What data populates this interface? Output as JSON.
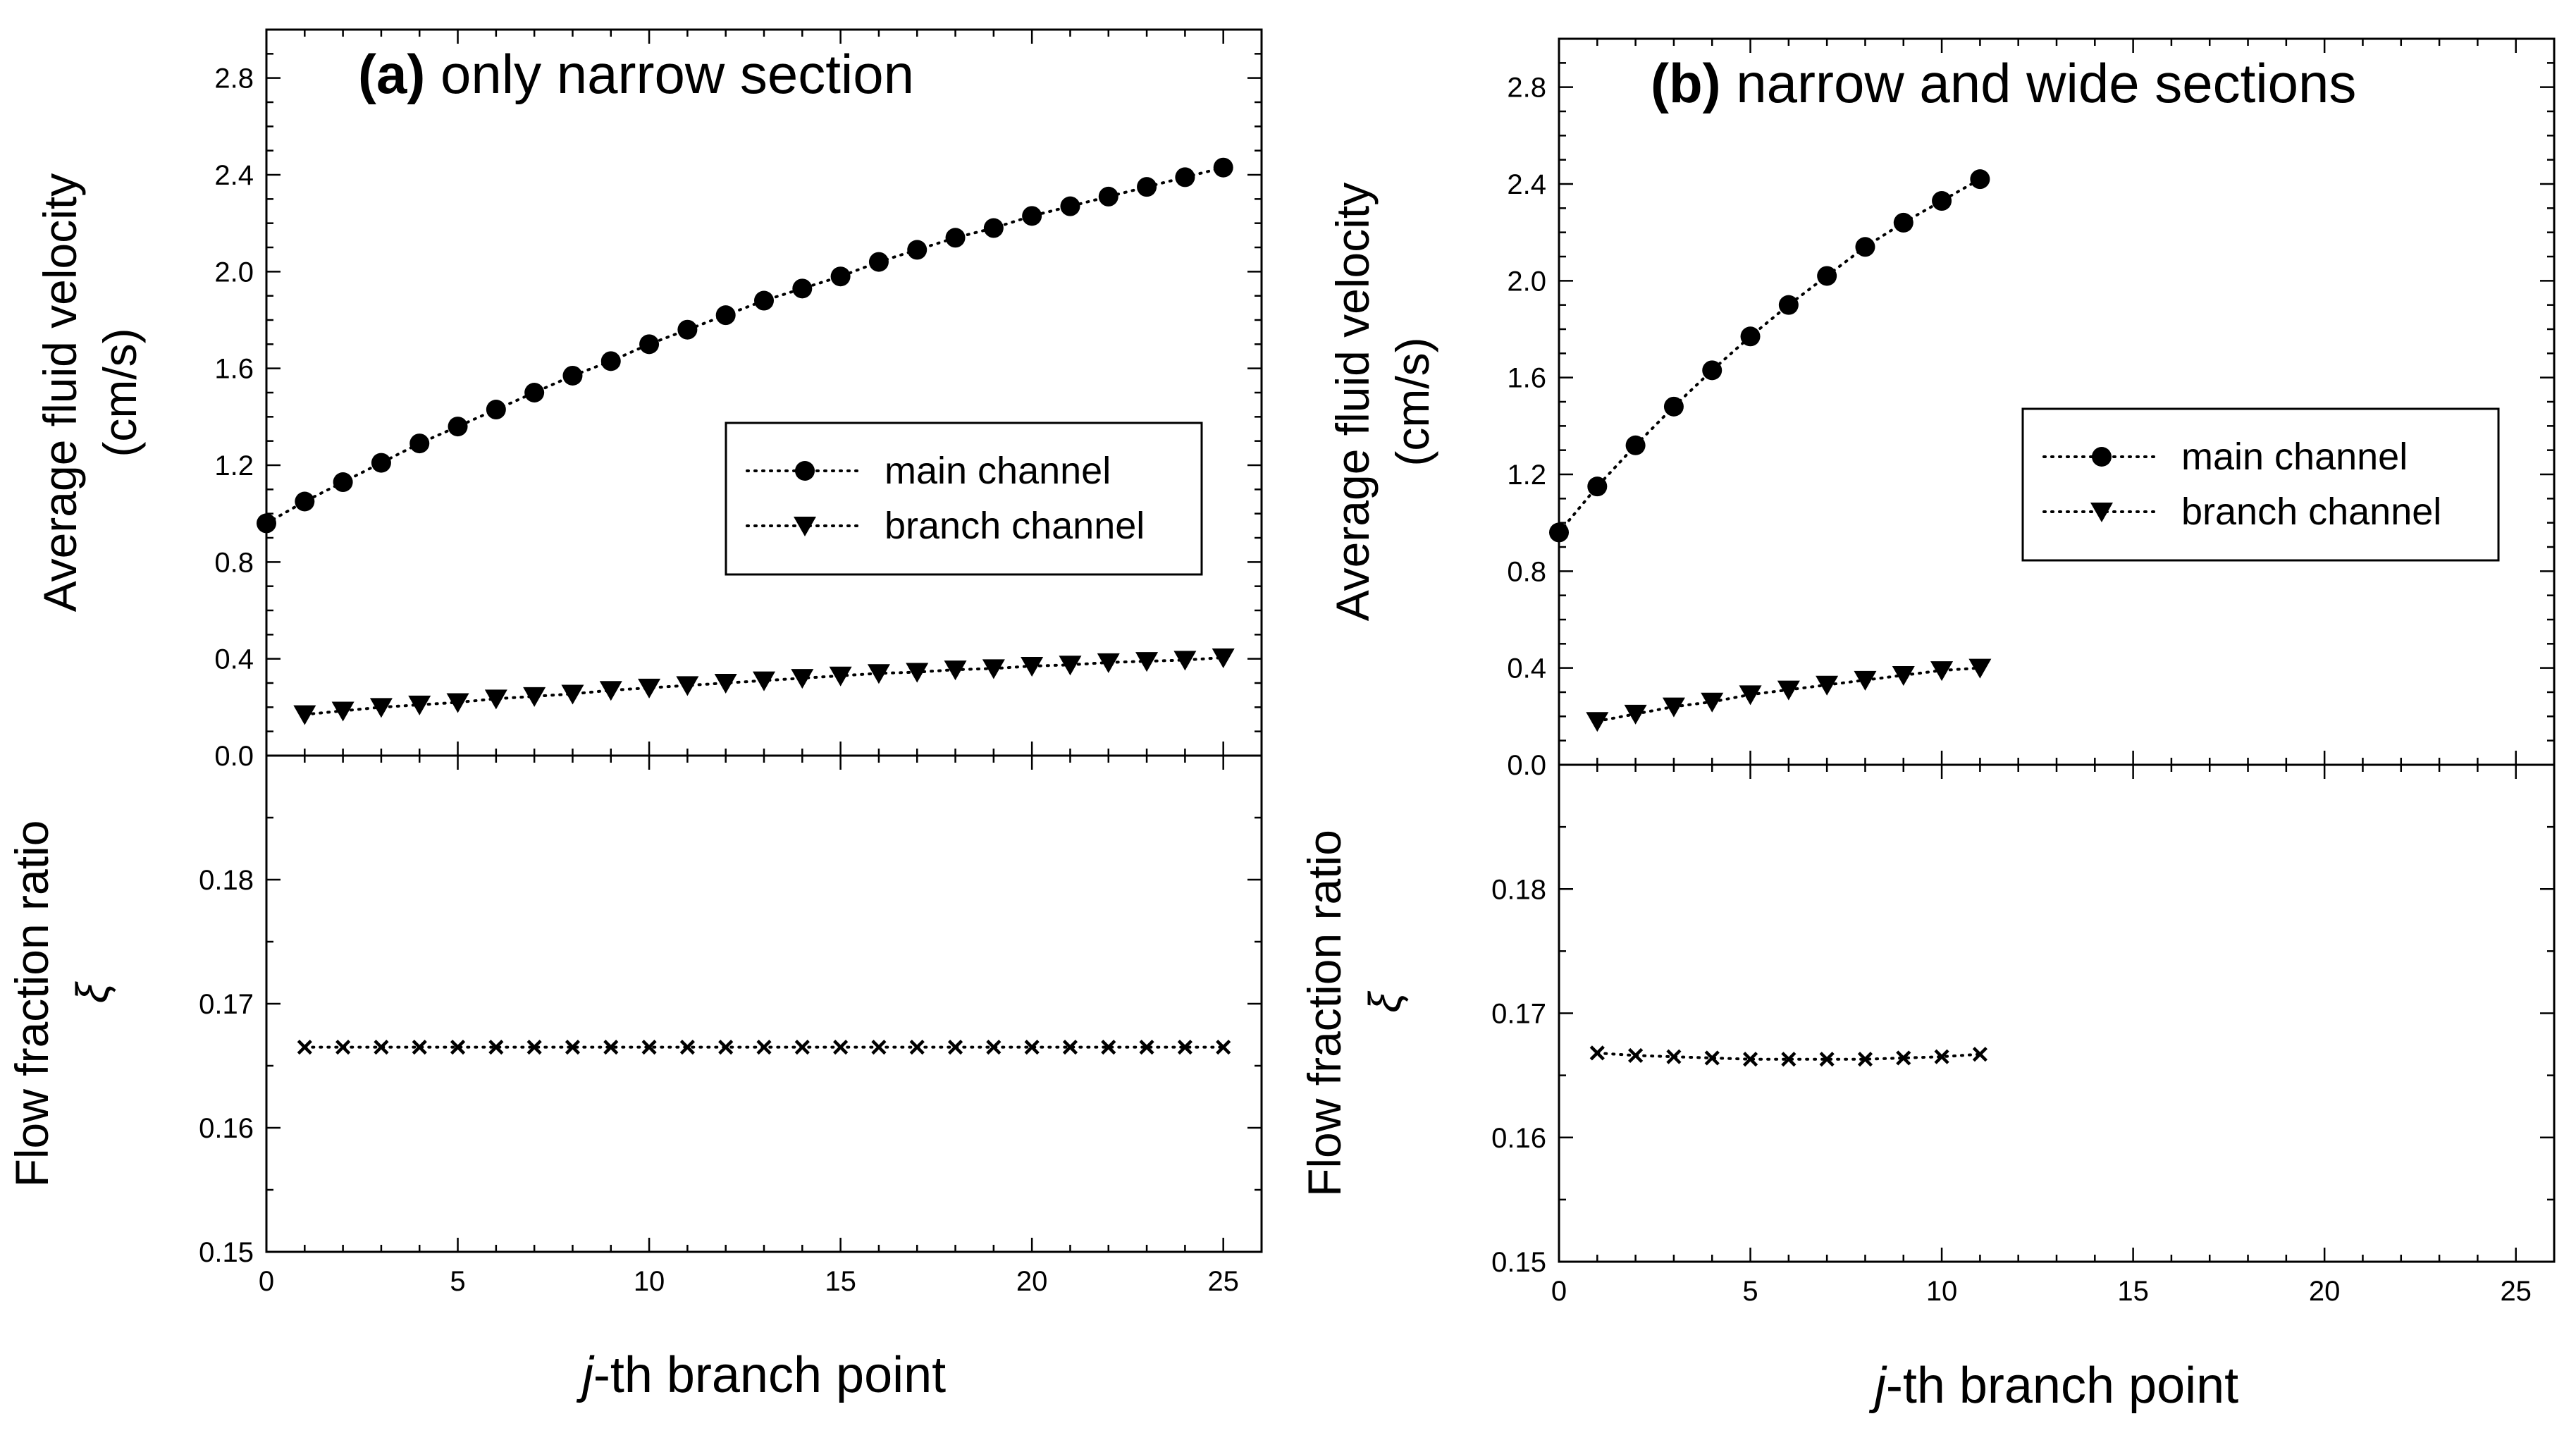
{
  "chart_data": [
    {
      "id": "a",
      "type": "scatter",
      "title_bold": "(a)",
      "title_rest": " only narrow section",
      "xlabel_italic": "j",
      "xlabel_rest": "-th branch point",
      "x_ticks": [
        "0",
        "5",
        "10",
        "15",
        "20",
        "25"
      ],
      "xlim": [
        0,
        26
      ],
      "top_panel": {
        "ylabel_line1": "Average fluid velocity",
        "ylabel_line2": "(cm/s)",
        "ylim": [
          0,
          3.0
        ],
        "y_ticks": [
          "0.0",
          "0.4",
          "0.8",
          "1.2",
          "1.6",
          "2.0",
          "2.4",
          "2.8"
        ],
        "legend": [
          "main channel",
          "branch channel"
        ],
        "series": [
          {
            "name": "main channel",
            "marker": "circle",
            "x": [
              0,
              1,
              2,
              3,
              4,
              5,
              6,
              7,
              8,
              9,
              10,
              11,
              12,
              13,
              14,
              15,
              16,
              17,
              18,
              19,
              20,
              21,
              22,
              23,
              24,
              25
            ],
            "y": [
              0.96,
              1.05,
              1.13,
              1.21,
              1.29,
              1.36,
              1.43,
              1.5,
              1.57,
              1.63,
              1.7,
              1.76,
              1.82,
              1.88,
              1.93,
              1.98,
              2.04,
              2.09,
              2.14,
              2.18,
              2.23,
              2.27,
              2.31,
              2.35,
              2.39,
              2.43
            ]
          },
          {
            "name": "branch channel",
            "marker": "triangle-down",
            "x": [
              1,
              2,
              3,
              4,
              5,
              6,
              7,
              8,
              9,
              10,
              11,
              12,
              13,
              14,
              15,
              16,
              17,
              18,
              19,
              20,
              21,
              22,
              23,
              24,
              25
            ],
            "y": [
              0.17,
              0.185,
              0.2,
              0.21,
              0.22,
              0.235,
              0.245,
              0.255,
              0.27,
              0.28,
              0.29,
              0.3,
              0.31,
              0.32,
              0.33,
              0.34,
              0.345,
              0.355,
              0.36,
              0.37,
              0.375,
              0.385,
              0.39,
              0.395,
              0.405
            ]
          }
        ]
      },
      "bottom_panel": {
        "ylabel_line1": "Flow fraction ratio",
        "ylabel_line2": "ξ",
        "ylim": [
          0.15,
          0.19
        ],
        "y_ticks": [
          "0.15",
          "0.16",
          "0.17",
          "0.18"
        ],
        "series": [
          {
            "marker": "x",
            "x": [
              1,
              2,
              3,
              4,
              5,
              6,
              7,
              8,
              9,
              10,
              11,
              12,
              13,
              14,
              15,
              16,
              17,
              18,
              19,
              20,
              21,
              22,
              23,
              24,
              25
            ],
            "y": [
              0.1665,
              0.1665,
              0.1665,
              0.1665,
              0.1665,
              0.1665,
              0.1665,
              0.1665,
              0.1665,
              0.1665,
              0.1665,
              0.1665,
              0.1665,
              0.1665,
              0.1665,
              0.1665,
              0.1665,
              0.1665,
              0.1665,
              0.1665,
              0.1665,
              0.1665,
              0.1665,
              0.1665,
              0.1665
            ]
          }
        ]
      }
    },
    {
      "id": "b",
      "type": "scatter",
      "title_bold": "(b)",
      "title_rest": " narrow and wide sections",
      "xlabel_italic": "j",
      "xlabel_rest": "-th branch point",
      "x_ticks": [
        "0",
        "5",
        "10",
        "15",
        "20",
        "25"
      ],
      "xlim": [
        0,
        26
      ],
      "top_panel": {
        "ylabel_line1": "Average fluid velocity",
        "ylabel_line2": "(cm/s)",
        "ylim": [
          0,
          3.0
        ],
        "y_ticks": [
          "0.0",
          "0.4",
          "0.8",
          "1.2",
          "1.6",
          "2.0",
          "2.4",
          "2.8"
        ],
        "legend": [
          "main channel",
          "branch channel"
        ],
        "series": [
          {
            "name": "main channel",
            "marker": "circle",
            "x": [
              0,
              1,
              2,
              3,
              4,
              5,
              6,
              7,
              8,
              9,
              10,
              11
            ],
            "y": [
              0.96,
              1.15,
              1.32,
              1.48,
              1.63,
              1.77,
              1.9,
              2.02,
              2.14,
              2.24,
              2.33,
              2.42
            ]
          },
          {
            "name": "branch channel",
            "marker": "triangle-down",
            "x": [
              1,
              2,
              3,
              4,
              5,
              6,
              7,
              8,
              9,
              10,
              11
            ],
            "y": [
              0.18,
              0.21,
              0.24,
              0.26,
              0.29,
              0.31,
              0.33,
              0.35,
              0.37,
              0.39,
              0.4
            ]
          }
        ]
      },
      "bottom_panel": {
        "ylabel_line1": "Flow fraction ratio",
        "ylabel_line2": "ξ",
        "ylim": [
          0.15,
          0.19
        ],
        "y_ticks": [
          "0.15",
          "0.16",
          "0.17",
          "0.18"
        ],
        "series": [
          {
            "marker": "x",
            "x": [
              1,
              2,
              3,
              4,
              5,
              6,
              7,
              8,
              9,
              10,
              11
            ],
            "y": [
              0.1668,
              0.1666,
              0.1665,
              0.1664,
              0.1663,
              0.1663,
              0.1663,
              0.1663,
              0.1664,
              0.1665,
              0.1667
            ]
          }
        ]
      }
    }
  ]
}
